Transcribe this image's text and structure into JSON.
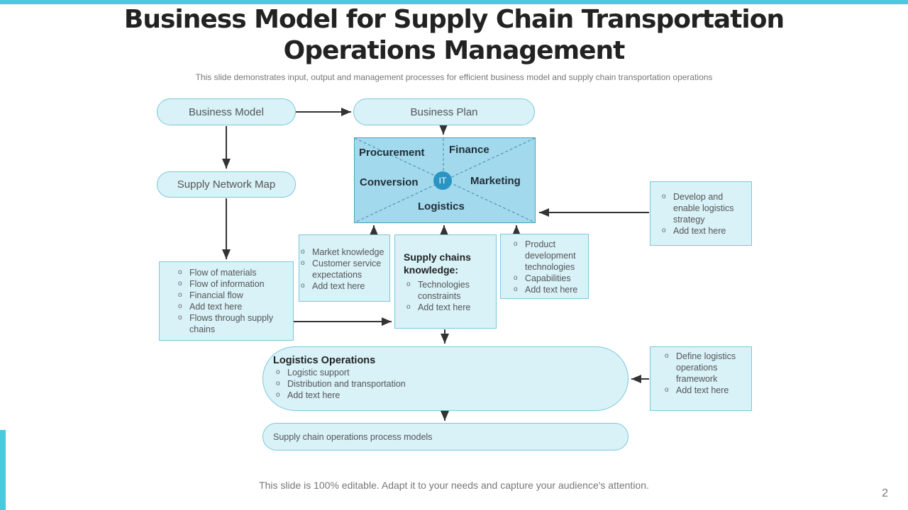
{
  "slide": {
    "title": "Business Model for Supply Chain Transportation Operations Management",
    "subtitle": "This slide demonstrates input, output and management processes for efficient business model and supply chain transportation operations",
    "footer": "This slide is 100% editable. Adapt it to your needs and capture your audience's attention.",
    "page_number": "2",
    "accent_color": "#4dc8de"
  },
  "nodes": {
    "business_model": "Business Model",
    "business_plan": "Business Plan",
    "supply_network_map": "Supply Network Map",
    "core": {
      "procurement": "Procurement",
      "finance": "Finance",
      "conversion": "Conversion",
      "marketing": "Marketing",
      "logistics": "Logistics",
      "center": "IT"
    },
    "flows_box": [
      "Flow of materials",
      "Flow of information",
      "Financial flow",
      "Add text here",
      "Flows through supply chains"
    ],
    "market_box": [
      "Market knowledge",
      "Customer service expectations",
      "Add text here"
    ],
    "supply_knowledge": {
      "heading": "Supply chains knowledge:",
      "items": [
        "Technologies constraints",
        "Add text here"
      ]
    },
    "product_box": [
      "Product development technologies",
      "Capabilities",
      "Add text here"
    ],
    "strategy_box": [
      "Develop and enable logistics strategy",
      "Add text here"
    ],
    "logistics_operations": {
      "heading": "Logistics Operations",
      "items": [
        "Logistic support",
        "Distribution and transportation",
        "Add text here"
      ]
    },
    "framework_box": [
      "Define logistics operations framework",
      "Add text here"
    ],
    "process_models": "Supply chain operations process models"
  }
}
